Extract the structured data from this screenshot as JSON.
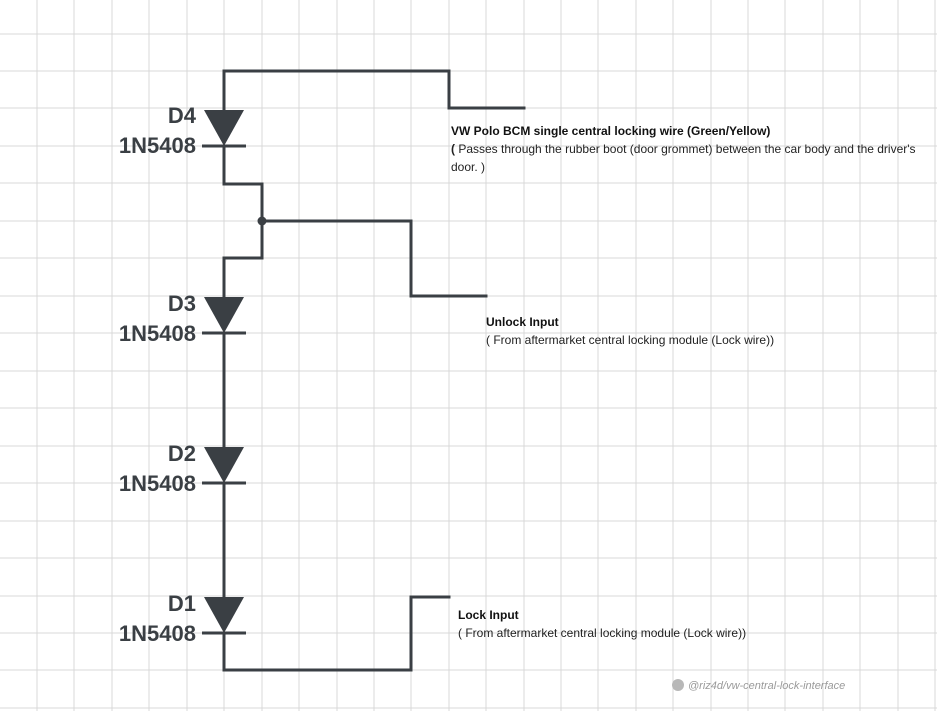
{
  "diodes": [
    {
      "ref": "D4",
      "part": "1N5408"
    },
    {
      "ref": "D3",
      "part": "1N5408"
    },
    {
      "ref": "D2",
      "part": "1N5408"
    },
    {
      "ref": "D1",
      "part": "1N5408"
    }
  ],
  "notes": {
    "bcm": {
      "title": "VW Polo BCM single central locking wire (Green/Yellow)",
      "bracket": "(",
      "desc": " Passes through the rubber boot (door grommet) between the car body and the driver's door. )"
    },
    "unlock": {
      "title": "Unlock Input",
      "desc": "( From aftermarket central locking module (Lock wire))"
    },
    "lock": {
      "title": "Lock Input",
      "desc": "( From aftermarket central locking module (Lock wire))"
    }
  },
  "watermark": {
    "text": "@riz4d/vw-central-lock-interface",
    "icon": "github-icon"
  },
  "colors": {
    "wire": "#3a3f44",
    "grid": "#d9d9d9",
    "background": "#ffffff"
  }
}
